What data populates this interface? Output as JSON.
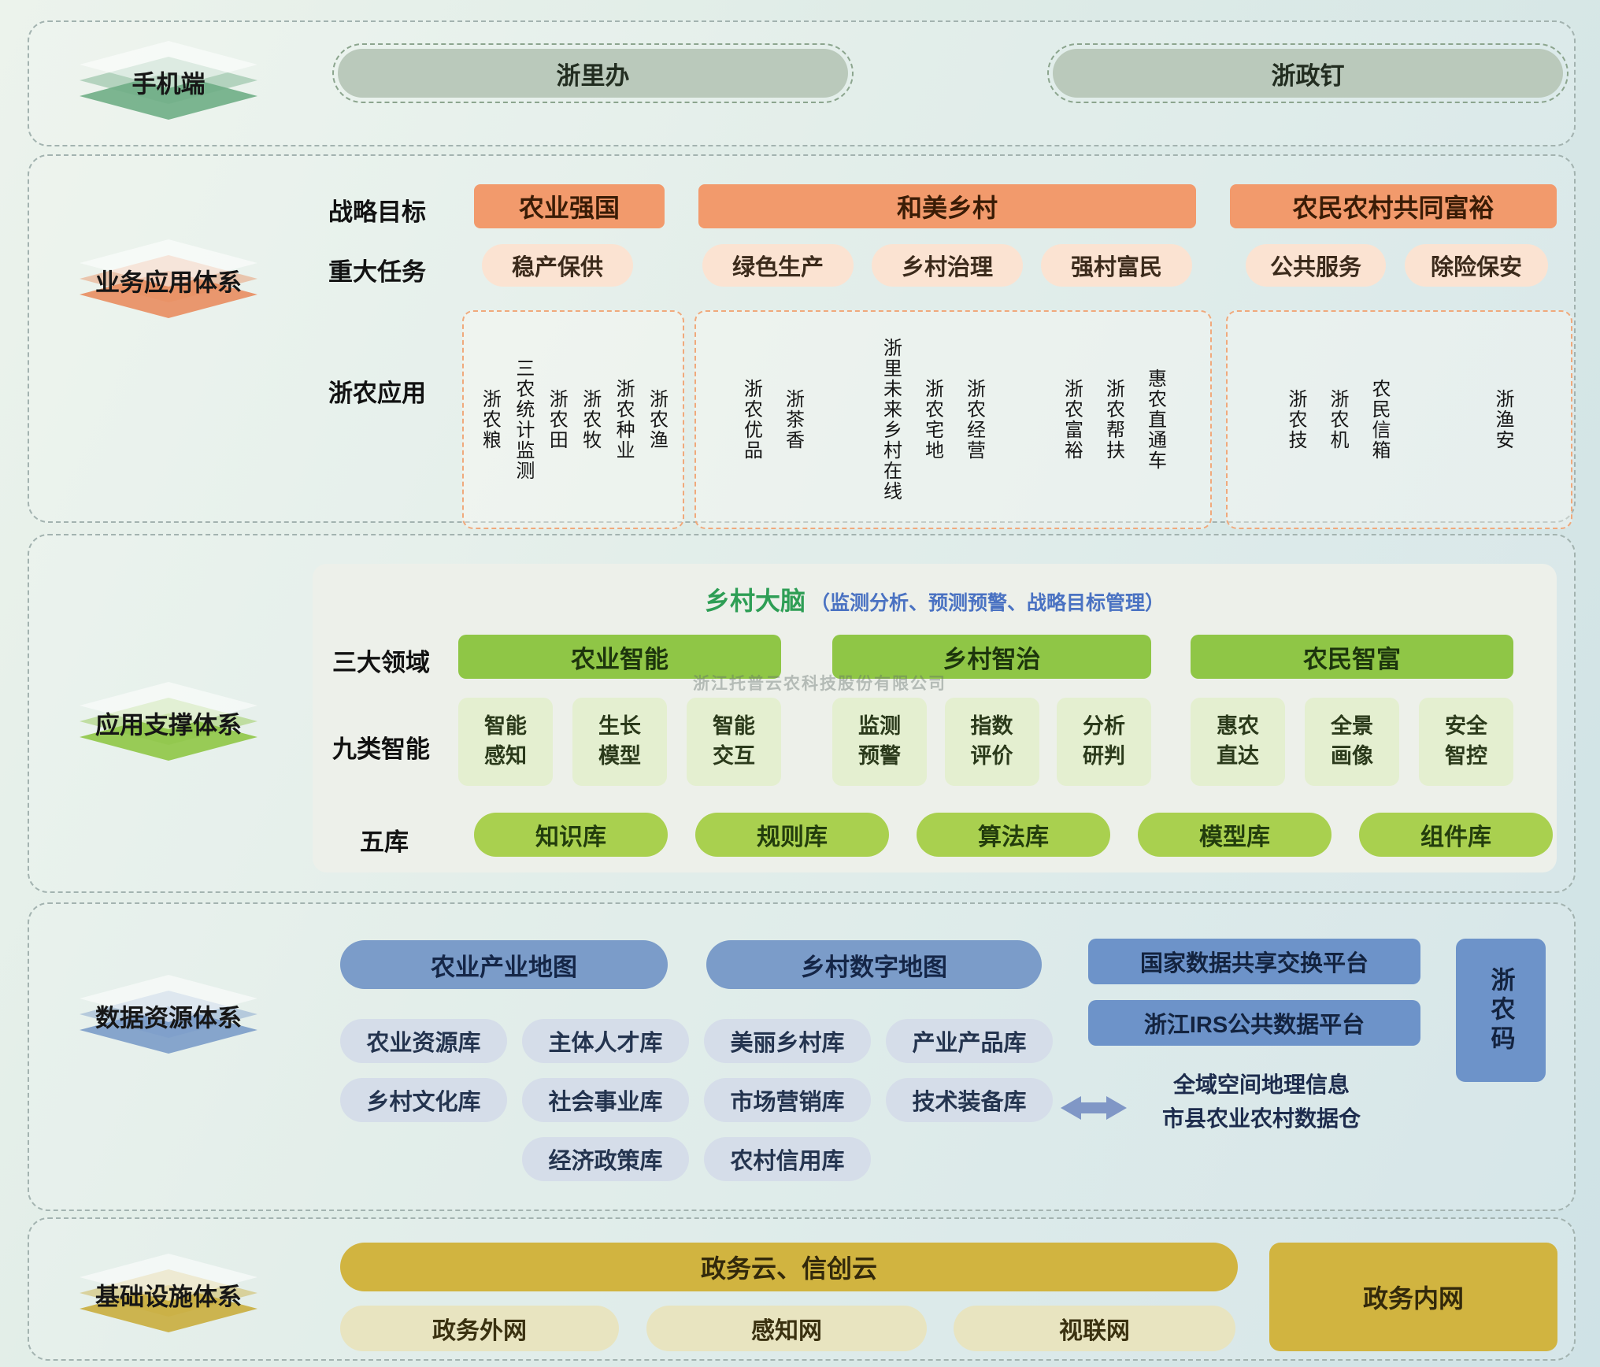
{
  "watermark": "浙江托普云农科技股份有限公司",
  "colors": {
    "strategy_orange": "#f29a6c",
    "task_peach": "#fbe3d2",
    "domain_green": "#8fc646",
    "intelligence_light_green": "#e4efd0",
    "repo_green": "#a9d04f",
    "map_blue": "#7b9cc9",
    "platform_blue": "#6d93c9",
    "store_blue_gray": "#d5dde9",
    "cloud_gold": "#d1b440",
    "network_khaki": "#e8e4c0",
    "mobile_sage": "#bac9bb",
    "brain_title_green": "#2e9e55",
    "brain_subtitle_blue": "#4a72c2"
  },
  "mobile": {
    "label": "手机端",
    "pills": [
      "浙里办",
      "浙政钉"
    ]
  },
  "business": {
    "label": "业务应用体系",
    "strategy": {
      "label": "战略目标",
      "items": [
        "农业强国",
        "和美乡村",
        "农民农村共同富裕"
      ]
    },
    "tasks": {
      "label": "重大任务",
      "items": [
        "稳产保供",
        "绿色生产",
        "乡村治理",
        "强村富民",
        "公共服务",
        "除险保安"
      ]
    },
    "apps": {
      "label": "浙农应用",
      "group1": [
        "浙农粮",
        "三农统计监测",
        "浙农田",
        "浙农牧",
        "浙农种业",
        "浙农渔"
      ],
      "group2": [
        "浙农优品",
        "浙茶香",
        "浙里未来乡村在线",
        "浙农宅地",
        "浙农经营",
        "浙农富裕",
        "浙农帮扶",
        "惠农直通车"
      ],
      "group3": [
        "浙农技",
        "浙农机",
        "农民信箱",
        "浙渔安"
      ]
    }
  },
  "support": {
    "label": "应用支撑体系",
    "brain_title": "乡村大脑",
    "brain_subtitle": "（监测分析、预测预警、战略目标管理）",
    "domains": {
      "label": "三大领域",
      "items": [
        "农业智能",
        "乡村智治",
        "农民智富"
      ]
    },
    "intelligences": {
      "label": "九类智能",
      "items": [
        "智能\n感知",
        "生长\n模型",
        "智能\n交互",
        "监测\n预警",
        "指数\n评价",
        "分析\n研判",
        "惠农\n直达",
        "全景\n画像",
        "安全\n智控"
      ]
    },
    "repos": {
      "label": "五库",
      "items": [
        "知识库",
        "规则库",
        "算法库",
        "模型库",
        "组件库"
      ]
    }
  },
  "data_layer": {
    "label": "数据资源体系",
    "maps": [
      "农业产业地图",
      "乡村数字地图"
    ],
    "platforms": [
      "国家数据共享交换平台",
      "浙江IRS公共数据平台"
    ],
    "code_box": "浙农码",
    "stores": [
      "农业资源库",
      "主体人才库",
      "美丽乡村库",
      "产业产品库",
      "乡村文化库",
      "社会事业库",
      "市场营销库",
      "技术装备库",
      "经济政策库",
      "农村信用库"
    ],
    "geo_note": "全域空间地理信息\n市县农业农村数据仓"
  },
  "infra": {
    "label": "基础设施体系",
    "cloud": "政务云、信创云",
    "intranet": "政务内网",
    "networks": [
      "政务外网",
      "感知网",
      "视联网"
    ]
  }
}
